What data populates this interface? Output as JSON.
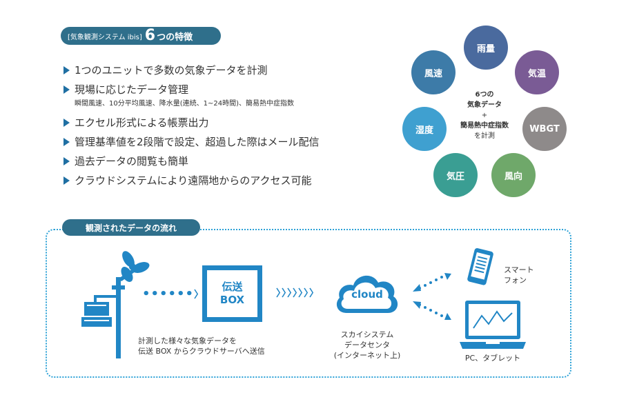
{
  "header": {
    "prefix": "[気象観測システム ibis]",
    "number": "6",
    "suffix": "つの特徴"
  },
  "features": [
    "1つのユニットで多数の気象データを計測",
    "現場に応じたデータ管理",
    "エクセル形式による帳票出力",
    "管理基準値を2段階で設定、超過した際はメール配信",
    "過去データの閲覧も簡単",
    "クラウドシステムにより遠隔地からのアクセス可能"
  ],
  "feature_sub": "瞬間風速、10分平均風速、降水量(連続、1~24時間)、簡易熱中症指数",
  "circles": [
    {
      "label": "雨量",
      "color": "#4a6a9e"
    },
    {
      "label": "気温",
      "color": "#7a5b95"
    },
    {
      "label": "WBGT",
      "color": "#8e8a8a"
    },
    {
      "label": "風向",
      "color": "#6fa86a"
    },
    {
      "label": "気圧",
      "color": "#3a9e93"
    },
    {
      "label": "湿度",
      "color": "#3fa0d0"
    },
    {
      "label": "風速",
      "color": "#3d7ba8"
    }
  ],
  "center": {
    "line1": "6つの",
    "line2": "気象データ",
    "plus": "+",
    "line3": "簡易熱中症指数",
    "line4": "を計測"
  },
  "flow": {
    "title": "観測されたデータの流れ",
    "box_line1": "伝送",
    "box_line2": "BOX",
    "left_caption_1": "計測した様々な気象データを",
    "left_caption_2": "伝送 BOX からクラウドサーバへ送信",
    "cloud_label": "cloud",
    "cloud_caption_1": "スカイシステム",
    "cloud_caption_2": "データセンタ",
    "cloud_caption_3": "(インターネット上)",
    "phone_caption_1": "スマート",
    "phone_caption_2": "フォン",
    "pc_caption": "PC、タブレット",
    "dots_1": "••••••",
    "dots_2": "〉〉〉〉〉〉〉"
  }
}
